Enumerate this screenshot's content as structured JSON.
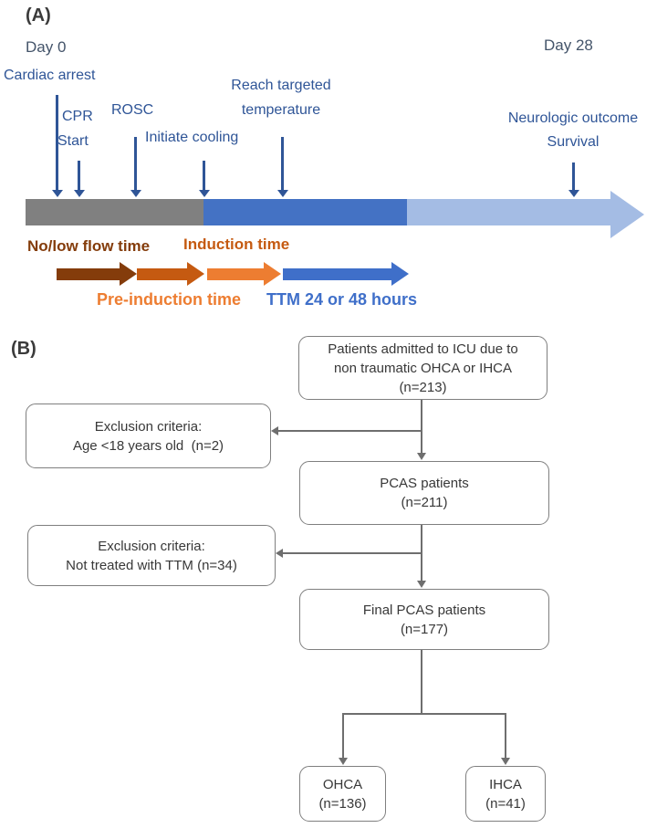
{
  "figure": {
    "panel_a": {
      "label": "(A)",
      "timeline": {
        "start_label": "Day 0",
        "end_label": "Day 28"
      },
      "events": {
        "cardiac_arrest": "Cardiac arrest",
        "cpr": [
          "CPR",
          "Start"
        ],
        "rosc": "ROSC",
        "initiate_cooling": "Initiate cooling",
        "reach_target": [
          "Reach targeted",
          "temperature"
        ],
        "outcome": [
          "Neurologic outcome",
          "Survival"
        ]
      },
      "phases": {
        "no_low_flow": "No/low flow time",
        "induction": "Induction time",
        "pre_induction": "Pre-induction time",
        "ttm": "TTM 24 or 48 hours"
      },
      "colors": {
        "event_text_blue": "#2F5597",
        "day_text": "#44546A",
        "bar_gray": "#808080",
        "bar_blue": "#4472C4",
        "bar_light_blue": "#A4BCE4",
        "arrow_dark_brown": "#843C0B",
        "arrow_dark_orange": "#C55A11",
        "arrow_orange": "#ED7D31",
        "arrow_blue": "#3F6FC9"
      }
    },
    "panel_b": {
      "label": "(B)",
      "boxes": {
        "admitted": {
          "lines": [
            "Patients admitted to ICU due to",
            "non traumatic OHCA or IHCA",
            "(n=213)"
          ]
        },
        "exclusion1": {
          "lines": [
            "Exclusion criteria:",
            "Age <18 years old  (n=2)"
          ]
        },
        "pcas": {
          "lines": [
            "PCAS patients",
            "(n=211)"
          ]
        },
        "exclusion2": {
          "lines": [
            "Exclusion criteria:",
            "Not treated with TTM (n=34)"
          ]
        },
        "final": {
          "lines": [
            "Final PCAS patients",
            "(n=177)"
          ]
        },
        "ohca": {
          "lines": [
            "OHCA",
            "(n=136)"
          ]
        },
        "ihca": {
          "lines": [
            "IHCA",
            "(n=41)"
          ]
        }
      },
      "colors": {
        "box_border": "#7F7F7F",
        "connector": "#6E6E6E",
        "box_text": "#383838"
      }
    }
  }
}
